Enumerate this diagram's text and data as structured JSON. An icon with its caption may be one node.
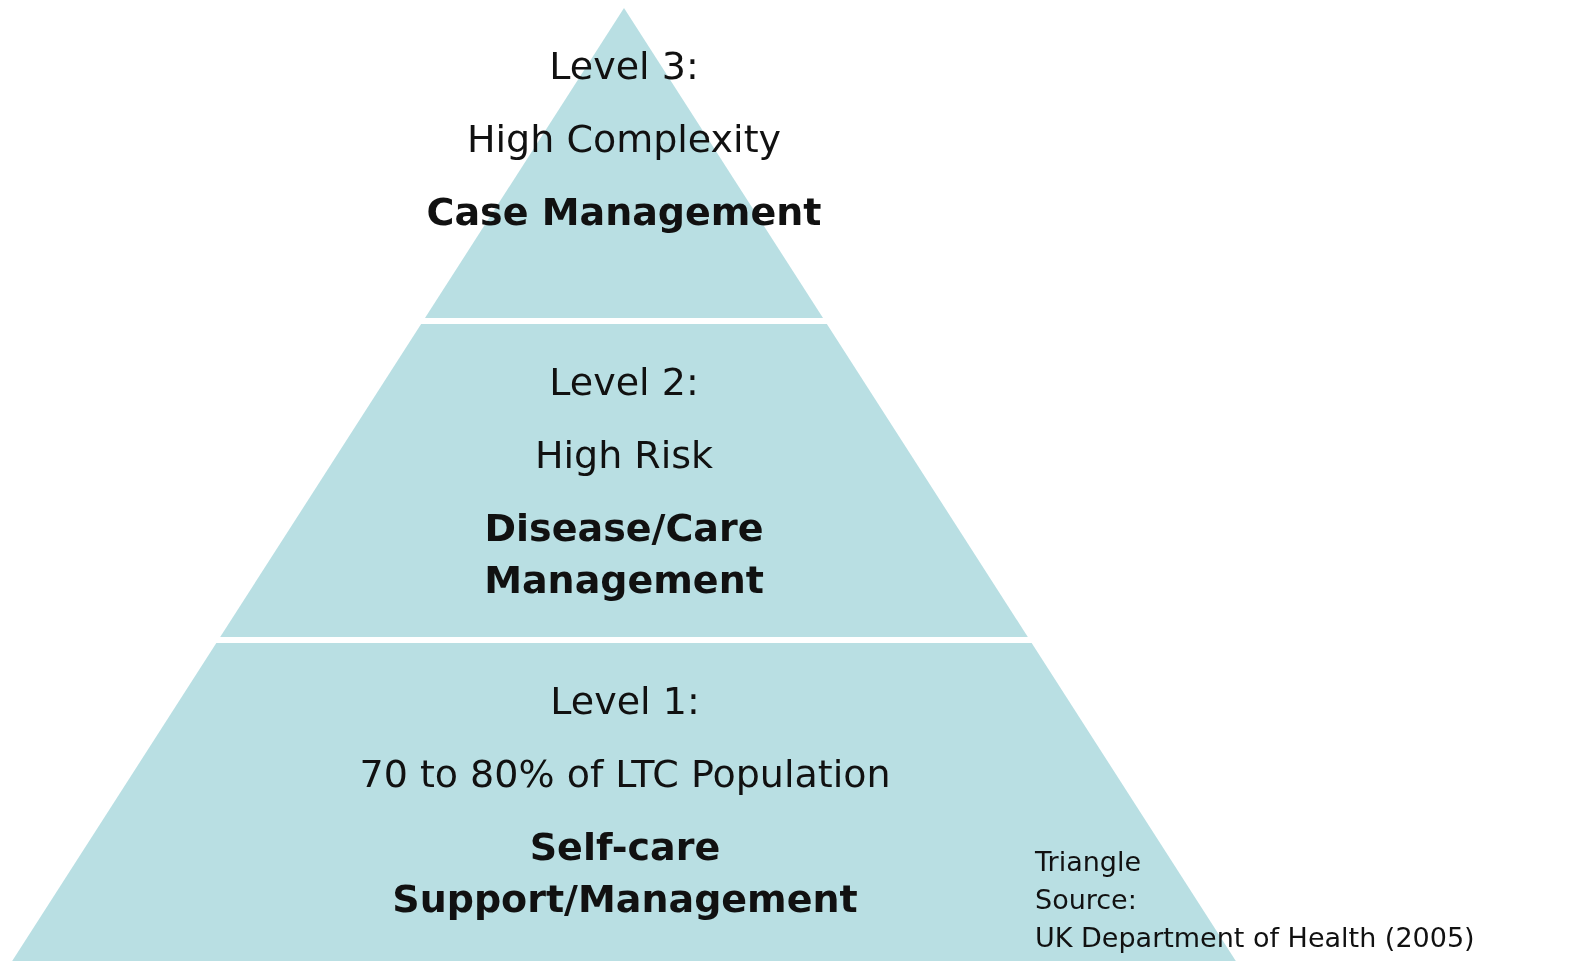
{
  "diagram": {
    "nodes": [
      {
        "text": [
          "Level 3:",
          "High Complexity",
          "Case Management"
        ]
      },
      {
        "text": [
          "Level 2:",
          "High Risk",
          "Disease/Care Management"
        ]
      },
      {
        "text": [
          "Level 1:",
          "70 to 80% of LTC Population",
          "Self-care Support/Management"
        ]
      }
    ],
    "labels": [
      "Triangle",
      "Source:",
      "UK Department of Health (2005)"
    ]
  }
}
